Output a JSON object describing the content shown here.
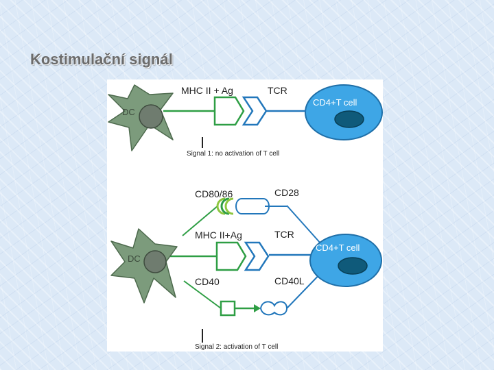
{
  "slide": {
    "title": "Kostimulační signál"
  },
  "diagram": {
    "top": {
      "dc_label": "DC",
      "mhc_label": "MHC II + Ag",
      "tcr_label": "TCR",
      "tcell_label": "CD4+T cell",
      "signal_caption": "Signal 1: no activation of T cell"
    },
    "bottom": {
      "dc_label": "DC",
      "cd80_label": "CD80/86",
      "cd28_label": "CD28",
      "mhc_label": "MHC II+Ag",
      "tcr_label": "TCR",
      "cd40_label": "CD40",
      "cd40l_label": "CD40L",
      "tcell_label": "CD4+T cell",
      "signal_caption": "Signal 2: activation of T cell"
    }
  }
}
